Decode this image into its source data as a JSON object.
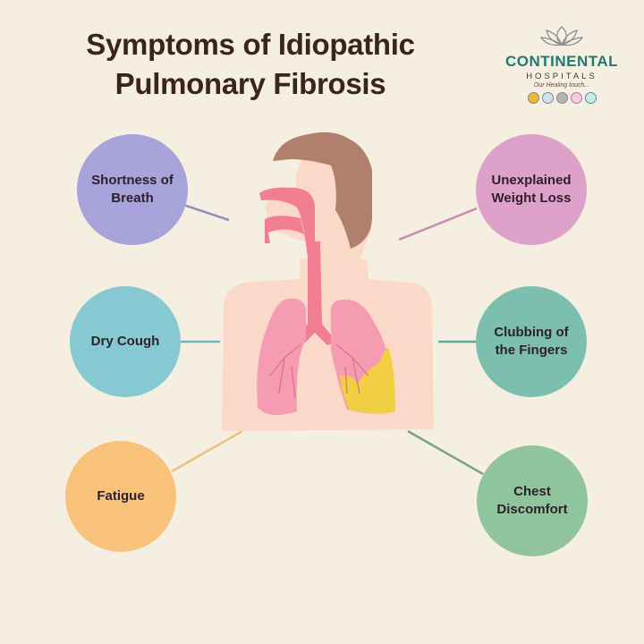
{
  "title": {
    "line1": "Symptoms of Idiopathic",
    "line2": "Pulmonary Fibrosis"
  },
  "logo": {
    "brand": "CONTINENTAL",
    "sub": "HOSPITALS",
    "tagline": "Our Healing touch...",
    "icon": "lotus-icon",
    "badges": [
      {
        "color": "#e8b93a"
      },
      {
        "color": "#cfe3e8"
      },
      {
        "color": "#9a9a9a"
      },
      {
        "color": "#c96a9a"
      },
      {
        "color": "#3f9a98"
      }
    ]
  },
  "symptoms": [
    {
      "label": "Shortness of Breath",
      "l1": "Shortness of",
      "l2": "Breath",
      "color": "#a9a3dc",
      "side": "left"
    },
    {
      "label": "Unexplained Weight Loss",
      "l1": "Unexplained",
      "l2": "Weight Loss",
      "color": "#dea1c9",
      "side": "right"
    },
    {
      "label": "Dry Cough",
      "l1": "Dry Cough",
      "l2": "",
      "color": "#86c9d2",
      "side": "left"
    },
    {
      "label": "Clubbing of the Fingers",
      "l1": "Clubbing of",
      "l2": "the Fingers",
      "color": "#7cbfae",
      "side": "right"
    },
    {
      "label": "Fatigue",
      "l1": "Fatigue",
      "l2": "",
      "color": "#f8c27a",
      "side": "left"
    },
    {
      "label": "Chest Discomfort",
      "l1": "Chest",
      "l2": "Discomfort",
      "color": "#90c49c",
      "side": "right"
    }
  ],
  "colors": {
    "background": "#f5efe2",
    "title": "#3b2418",
    "skin": "#fbd9c9",
    "hair": "#b0806d",
    "airway": "#f27e92",
    "lung": "#f59bb2",
    "fibrosis": "#f0cf45"
  }
}
